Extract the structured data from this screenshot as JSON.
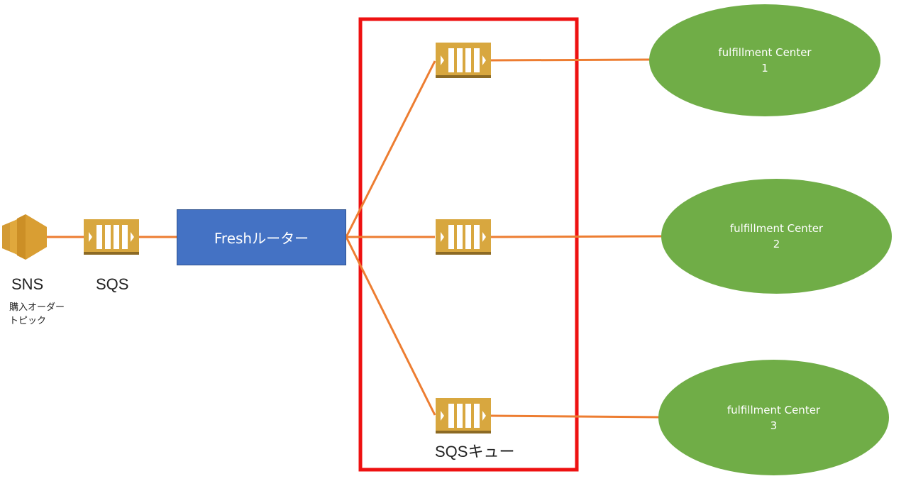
{
  "sns": {
    "label": "SNS",
    "sublabel_line1": "購入オーダー",
    "sublabel_line2": "トピック"
  },
  "sqs": {
    "label": "SQS"
  },
  "router": {
    "label": "Freshルーター"
  },
  "queue_group": {
    "label": "SQSキュー"
  },
  "centers": [
    {
      "name": "fulfillment Center",
      "number": "1"
    },
    {
      "name": "fulfillment Center",
      "number": "2"
    },
    {
      "name": "fulfillment Center",
      "number": "3"
    }
  ],
  "colors": {
    "connector": "#ed7d31",
    "queue_fill": "#d8a73f",
    "queue_dark": "#8c6a24",
    "router_fill": "#4472c4",
    "center_fill": "#70ad47",
    "highlight_box": "#ee1111",
    "sns_fill": "#d39a34"
  },
  "icons": [
    "sns-icon",
    "sqs-queue-icon"
  ]
}
